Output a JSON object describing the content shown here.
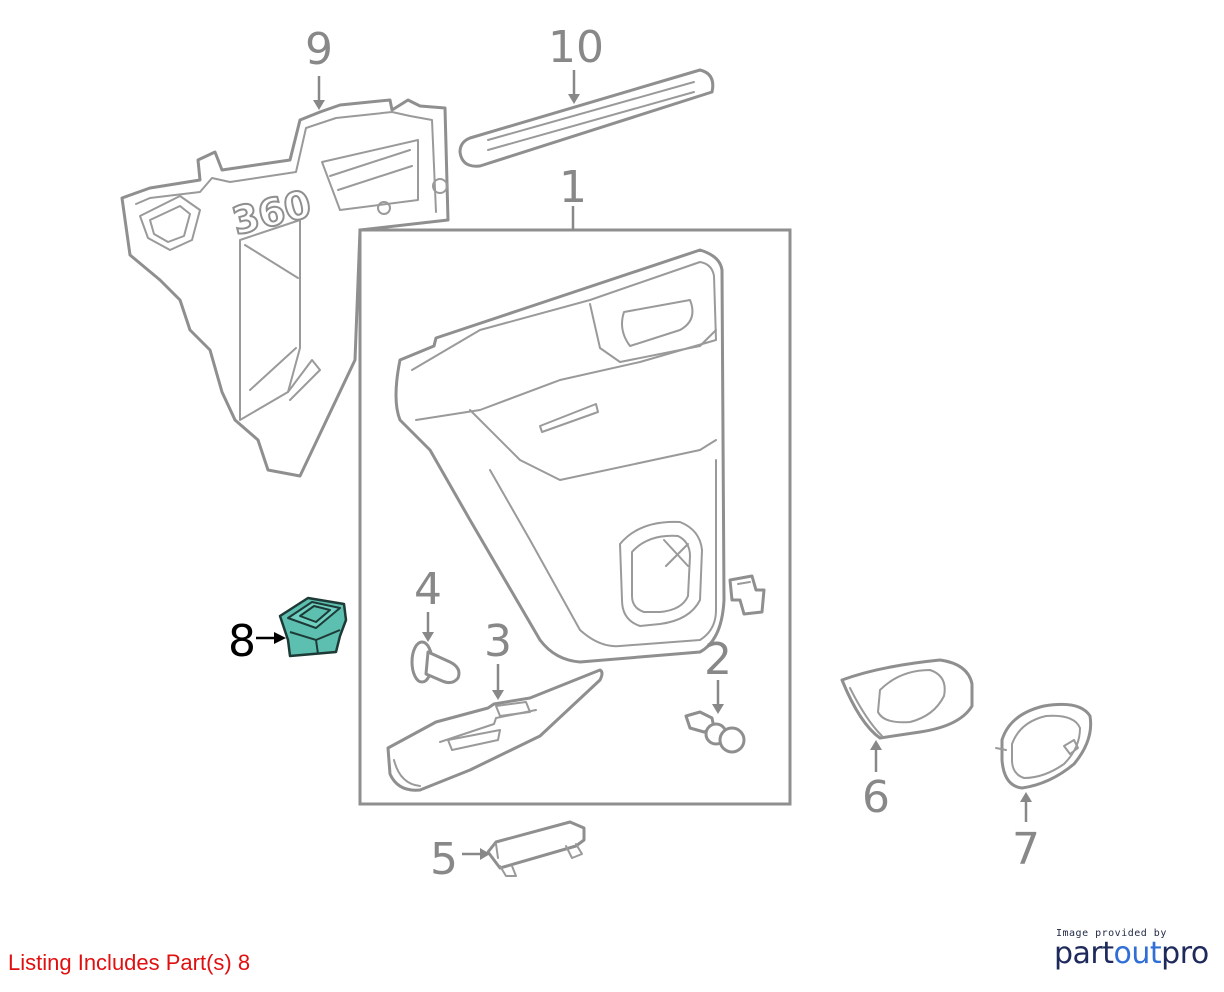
{
  "callouts": {
    "c1": "1",
    "c2": "2",
    "c3": "3",
    "c4": "4",
    "c5": "5",
    "c6": "6",
    "c7": "7",
    "c8": "8",
    "c9": "9",
    "c10": "10"
  },
  "panel_stamp": "360",
  "highlighted_part": "8",
  "highlight_color": "#5cbfb0",
  "listing_text": "Listing Includes Part(s) 8",
  "listing_color": "#e01010",
  "credit": {
    "small": "Image provided by",
    "brand_part1": "part",
    "brand_part2": "out",
    "brand_part3": "pro",
    "brand_color": "#1d2a5b",
    "brand_accent": "#2f6fd6"
  }
}
